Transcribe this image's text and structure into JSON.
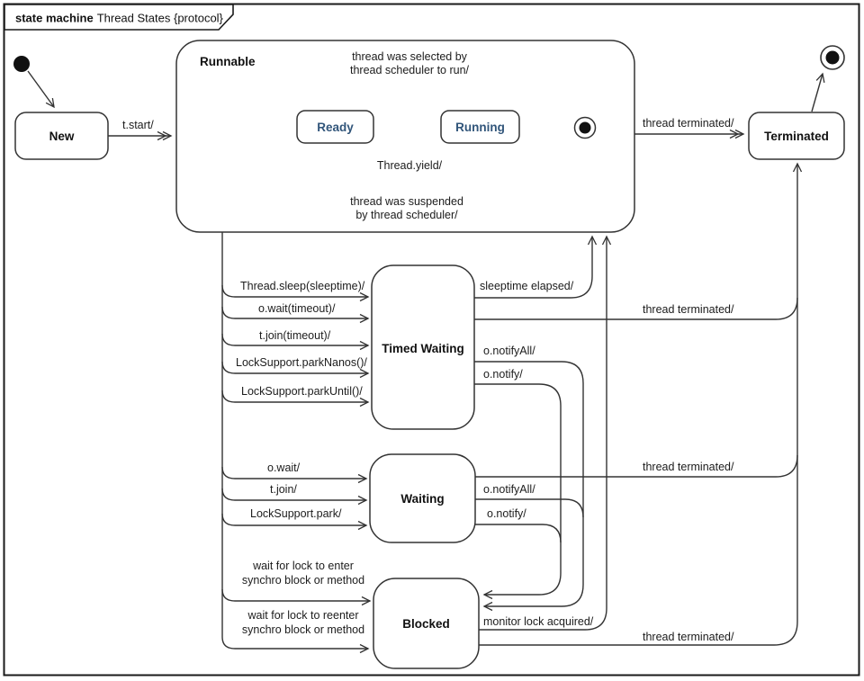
{
  "title": {
    "keyword": "state machine",
    "name": "Thread States {protocol}"
  },
  "colors": {
    "line": "#333333",
    "substate_text": "#31557a",
    "state_text": "#111111",
    "fill": "#ffffff"
  },
  "states": {
    "new": "New",
    "runnable": "Runnable",
    "ready": "Ready",
    "running": "Running",
    "timed_waiting": "Timed Waiting",
    "waiting": "Waiting",
    "blocked": "Blocked",
    "terminated": "Terminated"
  },
  "transitions": {
    "t_start": "t.start/",
    "selected_1": "thread was selected by",
    "selected_2": "thread scheduler to run/",
    "yield": "Thread.yield/",
    "suspended_1": "thread was suspended",
    "suspended_2": "by thread scheduler/",
    "terminated_top": "thread terminated/",
    "sleep": "Thread.sleep(sleeptime)/",
    "wait_timeout": "o.wait(timeout)/",
    "join_timeout": "t.join(timeout)/",
    "park_nanos": "LockSupport.parkNanos()/",
    "park_until": "LockSupport.parkUntil()/",
    "sleeptime_elapsed": "sleeptime elapsed/",
    "tw_notify_all": "o.notifyAll/",
    "tw_notify": "o.notify/",
    "terminated_tw": "thread terminated/",
    "o_wait": "o.wait/",
    "t_join": "t.join/",
    "lock_park": "LockSupport.park/",
    "w_notify_all": "o.notifyAll/",
    "w_notify": "o.notify/",
    "terminated_waiting": "thread terminated/",
    "enter_1": "wait for lock to enter",
    "enter_2": "synchro block or method",
    "reenter_1": "wait for lock to reenter",
    "reenter_2": "synchro block or method",
    "monitor_lock": "monitor lock acquired/",
    "terminated_blocked": "thread terminated/"
  }
}
